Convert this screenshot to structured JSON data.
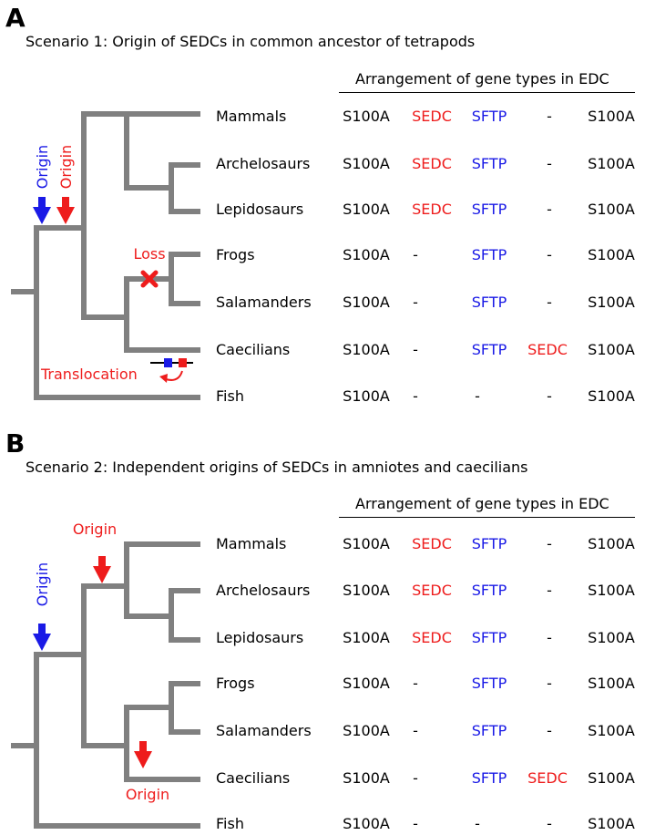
{
  "colors": {
    "branch": "#808080",
    "red": "#ee1c1c",
    "blue": "#1a1ae6"
  },
  "panels": [
    {
      "letter": "A",
      "title": "Scenario 1: Origin of SEDCs in common ancestor of tetrapods",
      "header": "Arrangement of gene types in EDC",
      "annotations": {
        "origin_blue": "Origin",
        "origin_red": "Origin",
        "loss": "Loss",
        "translocation": "Translocation"
      },
      "rows": [
        {
          "taxon": "Mammals",
          "cells": [
            "S100A",
            "SEDC",
            "SFTP",
            "-",
            "S100A"
          ]
        },
        {
          "taxon": "Archelosaurs",
          "cells": [
            "S100A",
            "SEDC",
            "SFTP",
            "-",
            "S100A"
          ]
        },
        {
          "taxon": "Lepidosaurs",
          "cells": [
            "S100A",
            "SEDC",
            "SFTP",
            "-",
            "S100A"
          ]
        },
        {
          "taxon": "Frogs",
          "cells": [
            "S100A",
            "-",
            "SFTP",
            "-",
            "S100A"
          ]
        },
        {
          "taxon": "Salamanders",
          "cells": [
            "S100A",
            "-",
            "SFTP",
            "-",
            "S100A"
          ]
        },
        {
          "taxon": "Caecilians",
          "cells": [
            "S100A",
            "-",
            "SFTP",
            "SEDC",
            "S100A"
          ]
        },
        {
          "taxon": "Fish",
          "cells": [
            "S100A",
            "-",
            "-",
            "-",
            "S100A"
          ]
        }
      ]
    },
    {
      "letter": "B",
      "title": "Scenario 2: Independent origins of SEDCs in amniotes and caecilians",
      "header": "Arrangement of gene types in EDC",
      "annotations": {
        "origin_blue": "Origin",
        "origin_red_amniote": "Origin",
        "origin_red_caecilian": "Origin"
      },
      "rows": [
        {
          "taxon": "Mammals",
          "cells": [
            "S100A",
            "SEDC",
            "SFTP",
            "-",
            "S100A"
          ]
        },
        {
          "taxon": "Archelosaurs",
          "cells": [
            "S100A",
            "SEDC",
            "SFTP",
            "-",
            "S100A"
          ]
        },
        {
          "taxon": "Lepidosaurs",
          "cells": [
            "S100A",
            "SEDC",
            "SFTP",
            "-",
            "S100A"
          ]
        },
        {
          "taxon": "Frogs",
          "cells": [
            "S100A",
            "-",
            "SFTP",
            "-",
            "S100A"
          ]
        },
        {
          "taxon": "Salamanders",
          "cells": [
            "S100A",
            "-",
            "SFTP",
            "-",
            "S100A"
          ]
        },
        {
          "taxon": "Caecilians",
          "cells": [
            "S100A",
            "-",
            "SFTP",
            "SEDC",
            "S100A"
          ]
        },
        {
          "taxon": "Fish",
          "cells": [
            "S100A",
            "-",
            "-",
            "-",
            "S100A"
          ]
        }
      ]
    }
  ]
}
